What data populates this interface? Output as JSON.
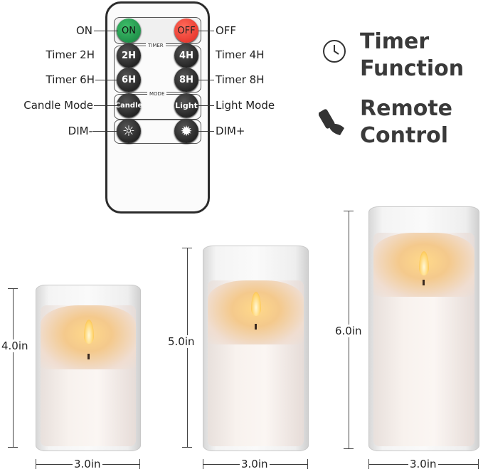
{
  "remote": {
    "on": "ON",
    "off": "OFF",
    "timer_header": "TIMER",
    "mode_header": "MODE",
    "btn_2h": "2H",
    "btn_4h": "4H",
    "btn_6h": "6H",
    "btn_8h": "8H",
    "btn_candle": "Candle",
    "btn_light": "Light",
    "colors": {
      "on": "#1e8c4a",
      "off": "#e8322a",
      "dark": "#1a1a1a"
    }
  },
  "labels": {
    "on": "ON",
    "off": "OFF",
    "timer_2h": "Timer 2H",
    "timer_4h": "Timer 4H",
    "timer_6h": "Timer 6H",
    "timer_8h": "Timer 8H",
    "candle_mode": "Candle Mode",
    "light_mode": "Light Mode",
    "dim_minus": "DIM-",
    "dim_plus": "DIM+"
  },
  "features": [
    {
      "icon": "clock-icon",
      "line1": "Timer",
      "line2": "Function"
    },
    {
      "icon": "remote-hand-icon",
      "line1": "Remote",
      "line2": "Control"
    }
  ],
  "candles": [
    {
      "height": "4.0in",
      "width": "3.0in"
    },
    {
      "height": "5.0in",
      "width": "3.0in"
    },
    {
      "height": "6.0in",
      "width": "3.0in"
    }
  ]
}
